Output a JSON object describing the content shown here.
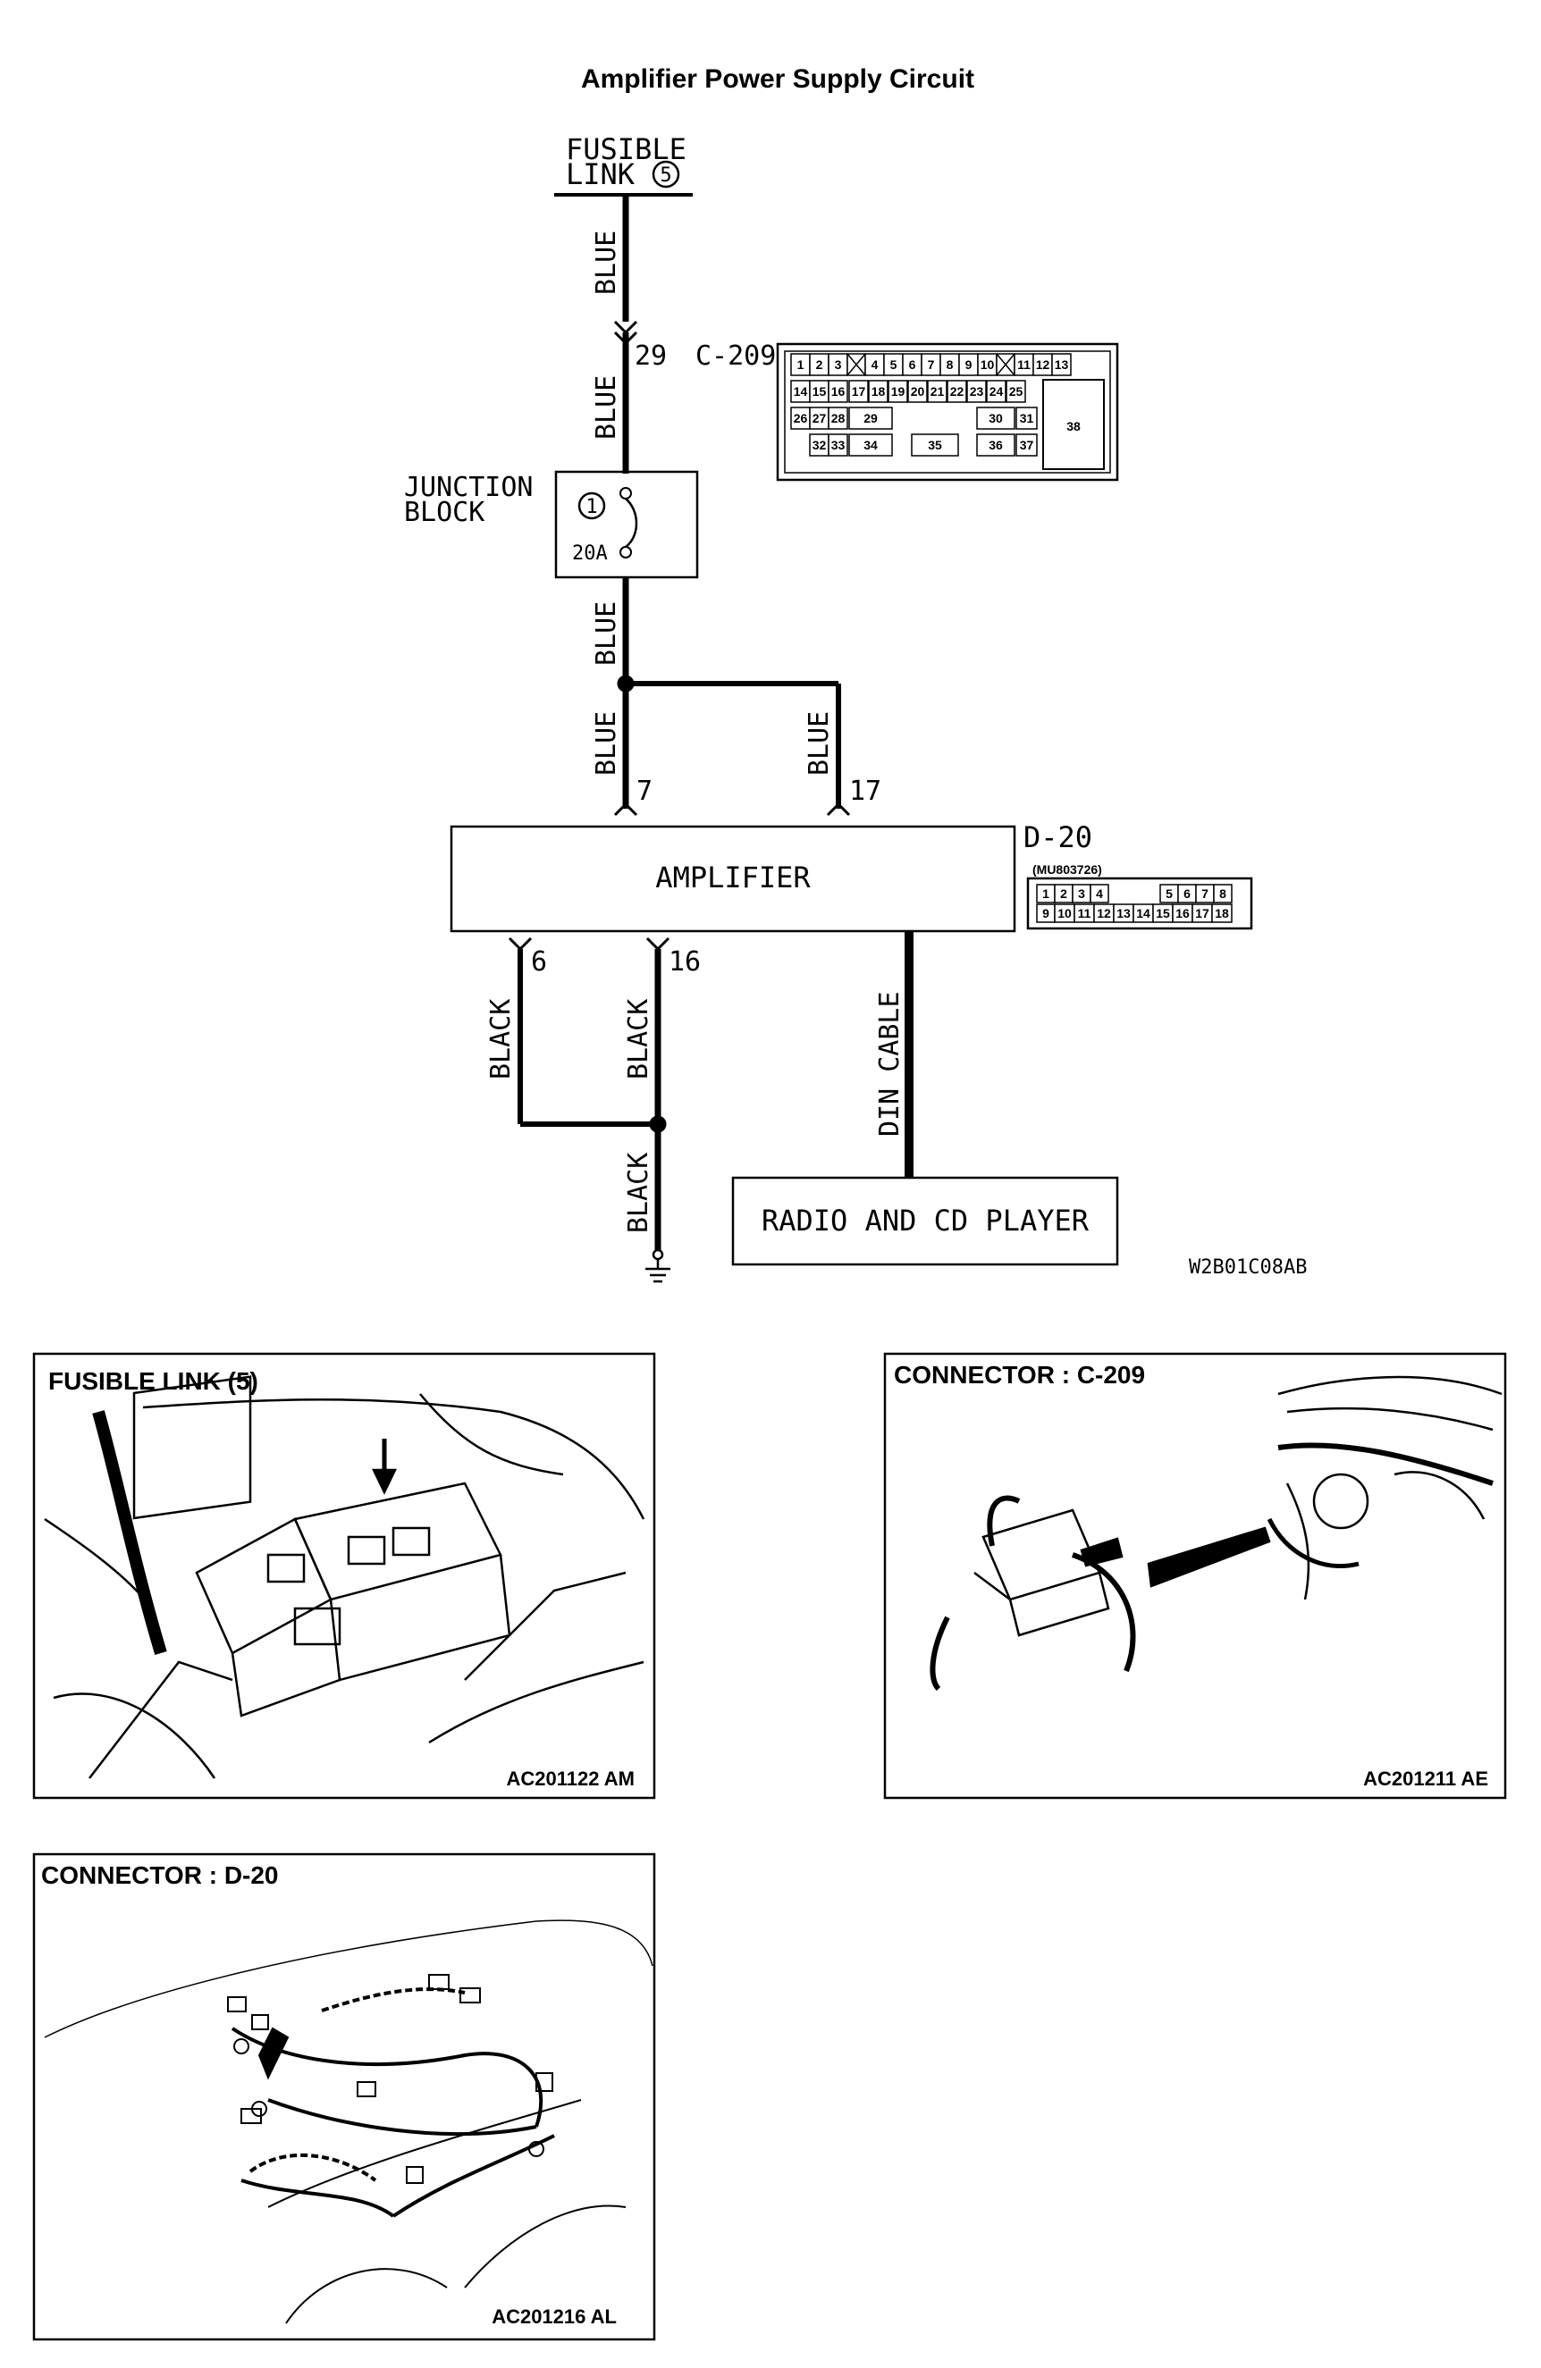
{
  "page": {
    "title": "Amplifier Power Supply Circuit"
  },
  "schematic": {
    "source": {
      "label_line1": "FUSIBLE",
      "label_line2": "LINK",
      "number": "5"
    },
    "junction_block": {
      "label_line1": "JUNCTION",
      "label_line2": "BLOCK",
      "fuse_number": "1",
      "rating": "20A"
    },
    "wire_colors": {
      "blue": "BLUE",
      "black": "BLACK",
      "din": "DIN CABLE"
    },
    "pins": {
      "c209_pin": "29",
      "amp_pin_a": "7",
      "amp_pin_b": "17",
      "gnd_pin_a": "6",
      "gnd_pin_b": "16"
    },
    "amplifier": {
      "label": "AMPLIFIER"
    },
    "radio": {
      "label": "RADIO AND CD PLAYER"
    },
    "figure_code": "W2B01C08AB"
  },
  "connector_c209": {
    "id": "C-209",
    "row1": [
      "1",
      "2",
      "3",
      "X",
      "4",
      "5",
      "6",
      "7",
      "8",
      "9",
      "10",
      "X",
      "11",
      "12",
      "13"
    ],
    "row2": [
      "14",
      "15",
      "16",
      "17",
      "18",
      "19",
      "20",
      "21",
      "22",
      "23",
      "24",
      "25"
    ],
    "row3": [
      "26",
      "27",
      "28",
      "29",
      "30",
      "31"
    ],
    "row4": [
      "32",
      "33",
      "34",
      "35",
      "36",
      "37"
    ],
    "big_pin": "38"
  },
  "connector_d20": {
    "id": "D-20",
    "part_no": "(MU803726)",
    "row1": [
      "1",
      "2",
      "3",
      "4",
      "5",
      "6",
      "7",
      "8"
    ],
    "row2": [
      "9",
      "10",
      "11",
      "12",
      "13",
      "14",
      "15",
      "16",
      "17",
      "18"
    ]
  },
  "photos": [
    {
      "title": "FUSIBLE LINK (5)",
      "code": "AC201122 AM"
    },
    {
      "title": "CONNECTOR : C-209",
      "code": "AC201211 AE"
    },
    {
      "title": "CONNECTOR : D-20",
      "code": "AC201216 AL"
    }
  ]
}
